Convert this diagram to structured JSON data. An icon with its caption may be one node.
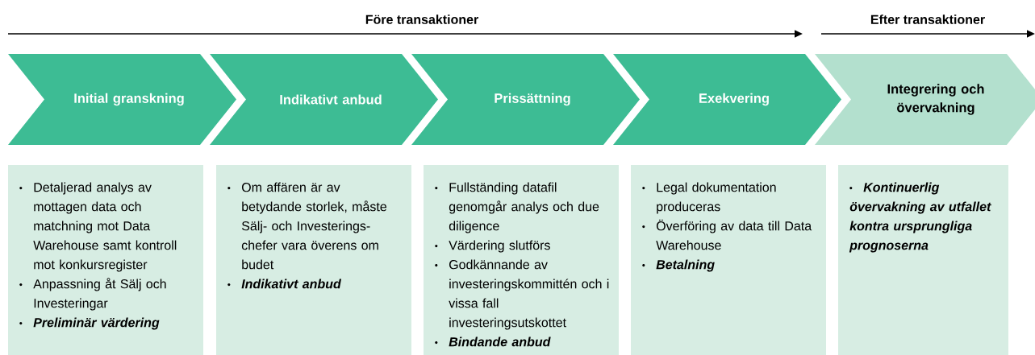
{
  "diagram": {
    "nodes": [
      {
        "text": [
          "Initial granskning"
        ]
      },
      {
        "text": [
          "Indikativt anbud"
        ]
      },
      {
        "text": [
          "Prissättning"
        ]
      },
      {
        "text": [
          "Exekvering"
        ]
      },
      {
        "text": [
          "Integrering och övervakning"
        ]
      },
      {
        "text": [
          "Detaljerad analys av mottagen data och matchning mot Data Warehouse samt kontroll mot konkursregister",
          "Anpassning åt Sälj och Investeringar",
          "Preliminär värdering"
        ]
      },
      {
        "text": [
          "Om affären är av betydande storlek, måste Sälj- och Investerings- chefer vara överens om budet",
          "Indikativt anbud"
        ]
      },
      {
        "text": [
          "Fullständing datafil genomgår analys och due diligence",
          "Värdering slutförs",
          "Godkännande av investeringskommittén och i vissa fall investeringsutskottet",
          "Bindande anbud"
        ]
      },
      {
        "text": [
          "Legal dokumentation produceras",
          "Överföring av data till Data Warehouse",
          "Betalning"
        ]
      },
      {
        "text": [
          "Kontinuerlig övervakning av utfallet kontra ursprungliga prognoserna"
        ]
      }
    ],
    "labels": [
      "Före transaktioner",
      "Efter transaktioner"
    ]
  }
}
